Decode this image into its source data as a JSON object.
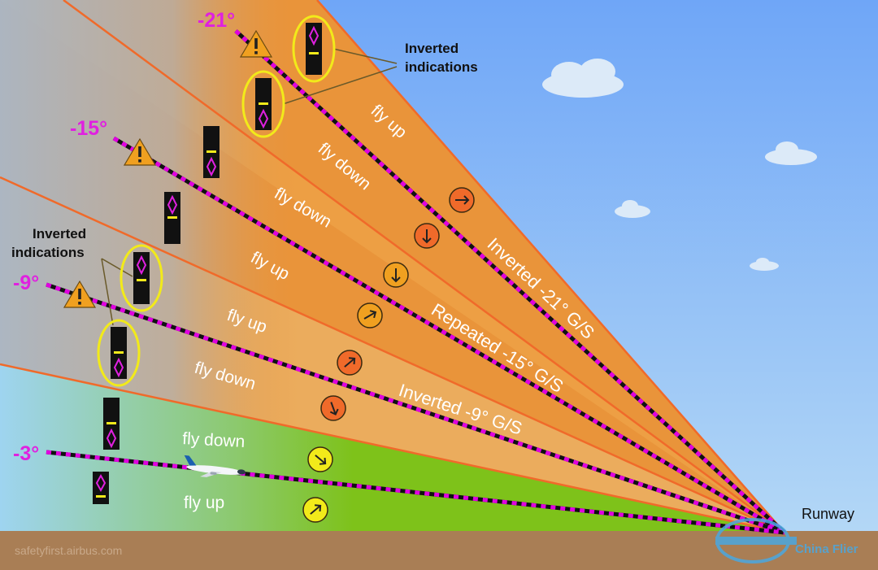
{
  "angles": [
    "-21°",
    "-15°",
    "-9°",
    "-3°"
  ],
  "zones": [
    "fly up",
    "fly down",
    "fly down",
    "fly up",
    "fly up",
    "fly down",
    "fly down",
    "fly up"
  ],
  "glideslopes": [
    "Inverted -21° G/S",
    "Repeated -15° G/S",
    "Inverted -9° G/S"
  ],
  "callouts": {
    "top_line1": "Inverted",
    "top_line2": "indications",
    "left_line1": "Inverted",
    "left_line2": "indications"
  },
  "runway": "Runway",
  "credit": "safetyfirst.airbus.com",
  "watermark": "China Flier",
  "icons": {
    "warning": "warning-triangle-icon",
    "indicator": "glideslope-indicator-icon",
    "arrow": "direction-arrow-icon",
    "aircraft": "aircraft-icon",
    "cloud": "cloud-icon"
  },
  "colors": {
    "sky_top": "#7aaef8",
    "sky_bottom": "#b5d9f6",
    "ground": "#a97e55",
    "green_zone": "#7ec21a",
    "orange_zone": "#e9943a",
    "beam_magenta": "#e000e0",
    "boundary_orange": "#f06a2a",
    "highlight_yellow": "#f2ea1a"
  }
}
